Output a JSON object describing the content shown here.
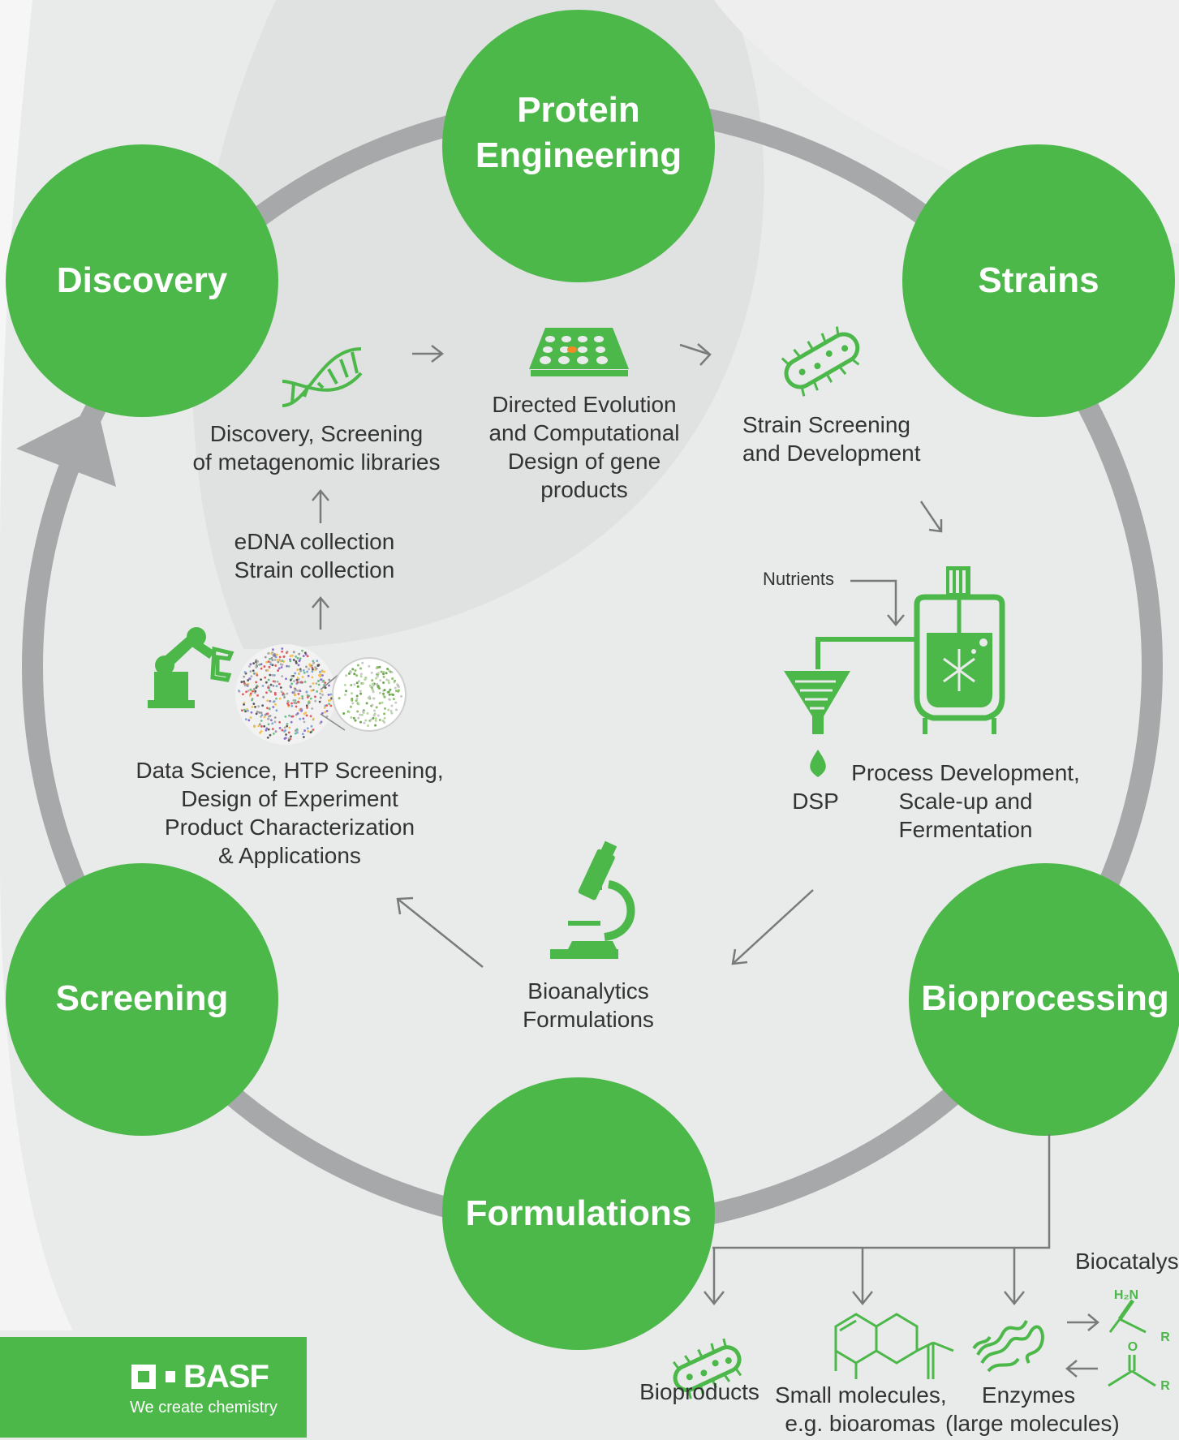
{
  "colors": {
    "green": "#4cb84a",
    "ring": "#a7a8aa",
    "text": "#333333",
    "arrow": "#7a7a7a"
  },
  "nodes": {
    "protein_engineering": {
      "line1": "Protein",
      "line2": "Engineering"
    },
    "discovery": "Discovery",
    "strains": "Strains",
    "screening": "Screening",
    "bioprocessing": "Bioprocessing",
    "formulations": "Formulations"
  },
  "steps": {
    "discovery": {
      "line1": "Discovery, Screening",
      "line2": "of metagenomic libraries",
      "icon": "dna-icon"
    },
    "directed_evolution": {
      "line1": "Directed Evolution",
      "line2": "and Computational",
      "line3": "Design of gene",
      "line4": "products",
      "icon": "microplate-icon"
    },
    "strain_screening": {
      "line1": "Strain Screening",
      "line2": "and Development",
      "icon": "bacterium-icon"
    },
    "collection": {
      "line1": "eDNA collection",
      "line2": "Strain collection"
    },
    "nutrients": "Nutrients",
    "dsp": "DSP",
    "process_dev": {
      "line1": "Process Development,",
      "line2": "Scale-up and",
      "line3": "Fermentation",
      "icon": "fermenter-icon"
    },
    "data_science": {
      "line1": "Data Science, HTP Screening,",
      "line2": "Design of Experiment",
      "line3": "Product Characterization",
      "line4": "& Applications",
      "icon": "robot-arm-icon"
    },
    "bioanalytics": {
      "line1": "Bioanalytics",
      "line2": "Formulations",
      "icon": "microscope-icon"
    }
  },
  "products": {
    "bioproducts": "Bioproducts",
    "small_molecules": {
      "line1": "Small molecules,",
      "line2": "e.g. bioaromas"
    },
    "enzymes": {
      "line1": "Enzymes",
      "line2": "(large molecules)"
    },
    "biocatalysis": "Biocatalysis"
  },
  "chem_labels": {
    "amine": "H₂N",
    "r1": "R",
    "r2": "R",
    "oxygen": "O"
  },
  "logo": {
    "brand": "BASF",
    "tagline": "We create chemistry"
  }
}
